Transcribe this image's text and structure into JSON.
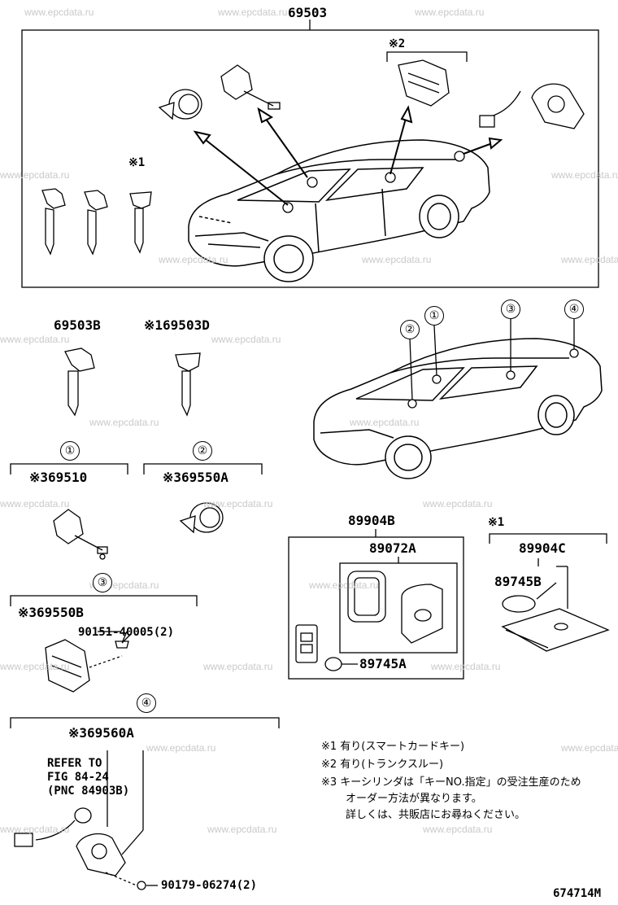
{
  "watermark": "www.epcdata.ru",
  "main_assembly": {
    "part": "69503",
    "mark_2": "※2",
    "mark_1": "※1"
  },
  "parts": {
    "p69503B": "69503B",
    "p69503D": "※169503D",
    "p69510": "※369510",
    "p69550A": "※369550A",
    "p69550B": "※369550B",
    "p90151": "90151-40005(2)",
    "p69560A": "※369560A",
    "p90179": "90179-06274(2)",
    "p89904B": "89904B",
    "p89072A": "89072A",
    "p89745A": "89745A",
    "p89904C_mark": "※1",
    "p89904C": "89904C",
    "p89745B": "89745B"
  },
  "position_markers": [
    "①",
    "②",
    "③",
    "④"
  ],
  "refer": {
    "line1": "REFER TO",
    "line2": "FIG 84-24",
    "line3": "(PNC 84903B)"
  },
  "notes": [
    "※1 有り(スマートカードキー)",
    "※2 有り(トランクスルー)",
    "※3 キーシリンダは「キーNO.指定」の受注生産のため",
    "オーダー方法が異なります。",
    "詳しくは、共販店にお尋ねください。"
  ],
  "diagram_code": "674714M"
}
